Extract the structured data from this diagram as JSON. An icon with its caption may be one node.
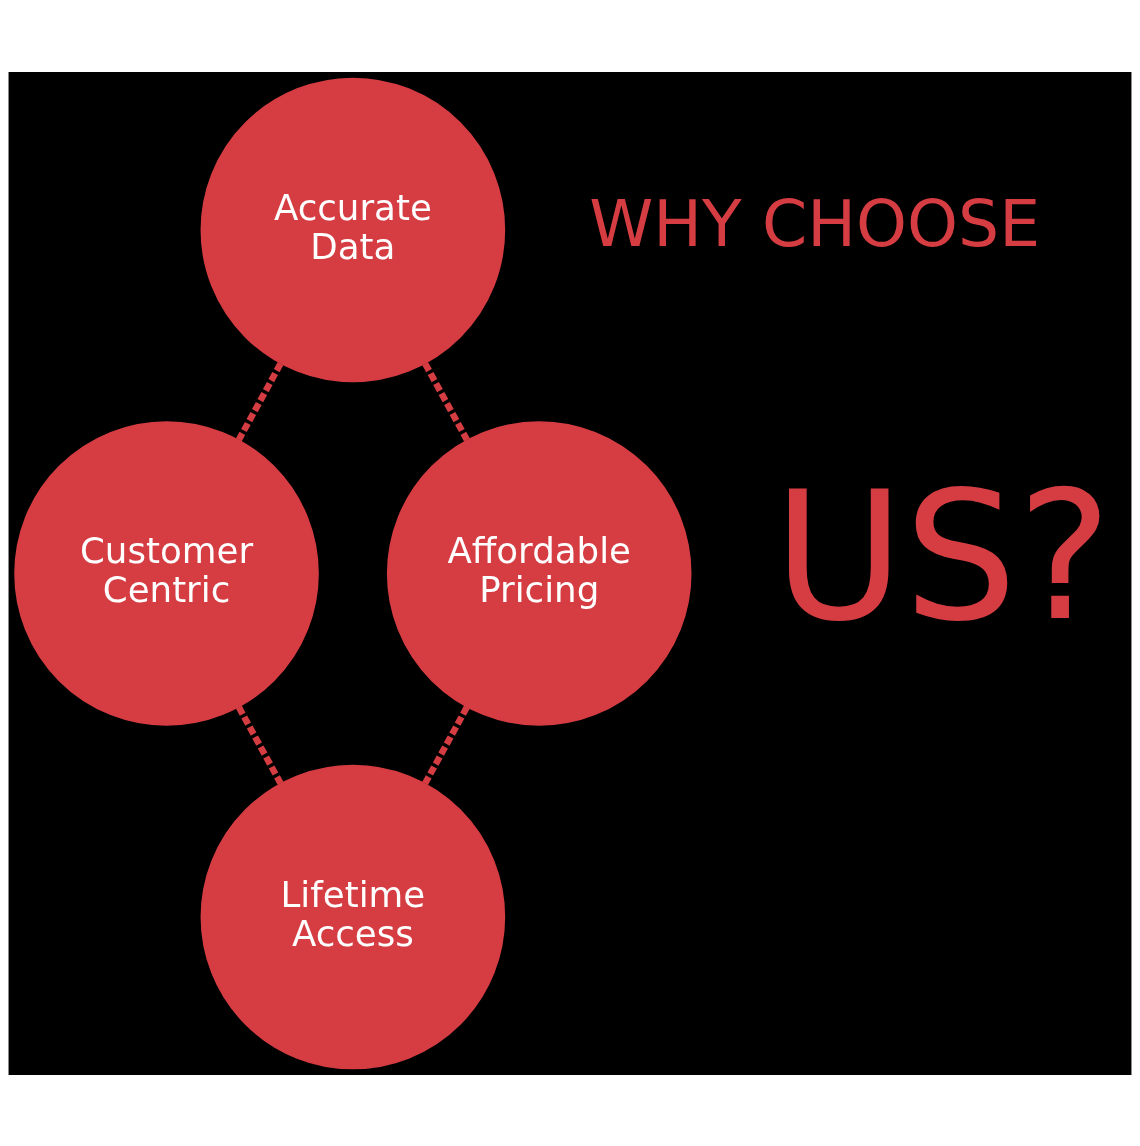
{
  "diagram": {
    "nodes": [
      {
        "text": [
          "Accurate Data"
        ]
      },
      {
        "text": [
          "Customer Centric"
        ]
      },
      {
        "text": [
          "Affordable Pricing"
        ]
      },
      {
        "text": [
          "Lifetime Access"
        ]
      }
    ],
    "edges": [
      {
        "from": 0,
        "to": 2,
        "arrow": "none",
        "style": "dashed"
      },
      {
        "from": 2,
        "to": 3,
        "arrow": "none",
        "style": "dashed"
      },
      {
        "from": 3,
        "to": 1,
        "arrow": "none",
        "style": "dashed"
      },
      {
        "from": 1,
        "to": 0,
        "arrow": "none",
        "style": "dashed"
      }
    ],
    "labels": [
      "WHY CHOOSE",
      "US?"
    ]
  }
}
